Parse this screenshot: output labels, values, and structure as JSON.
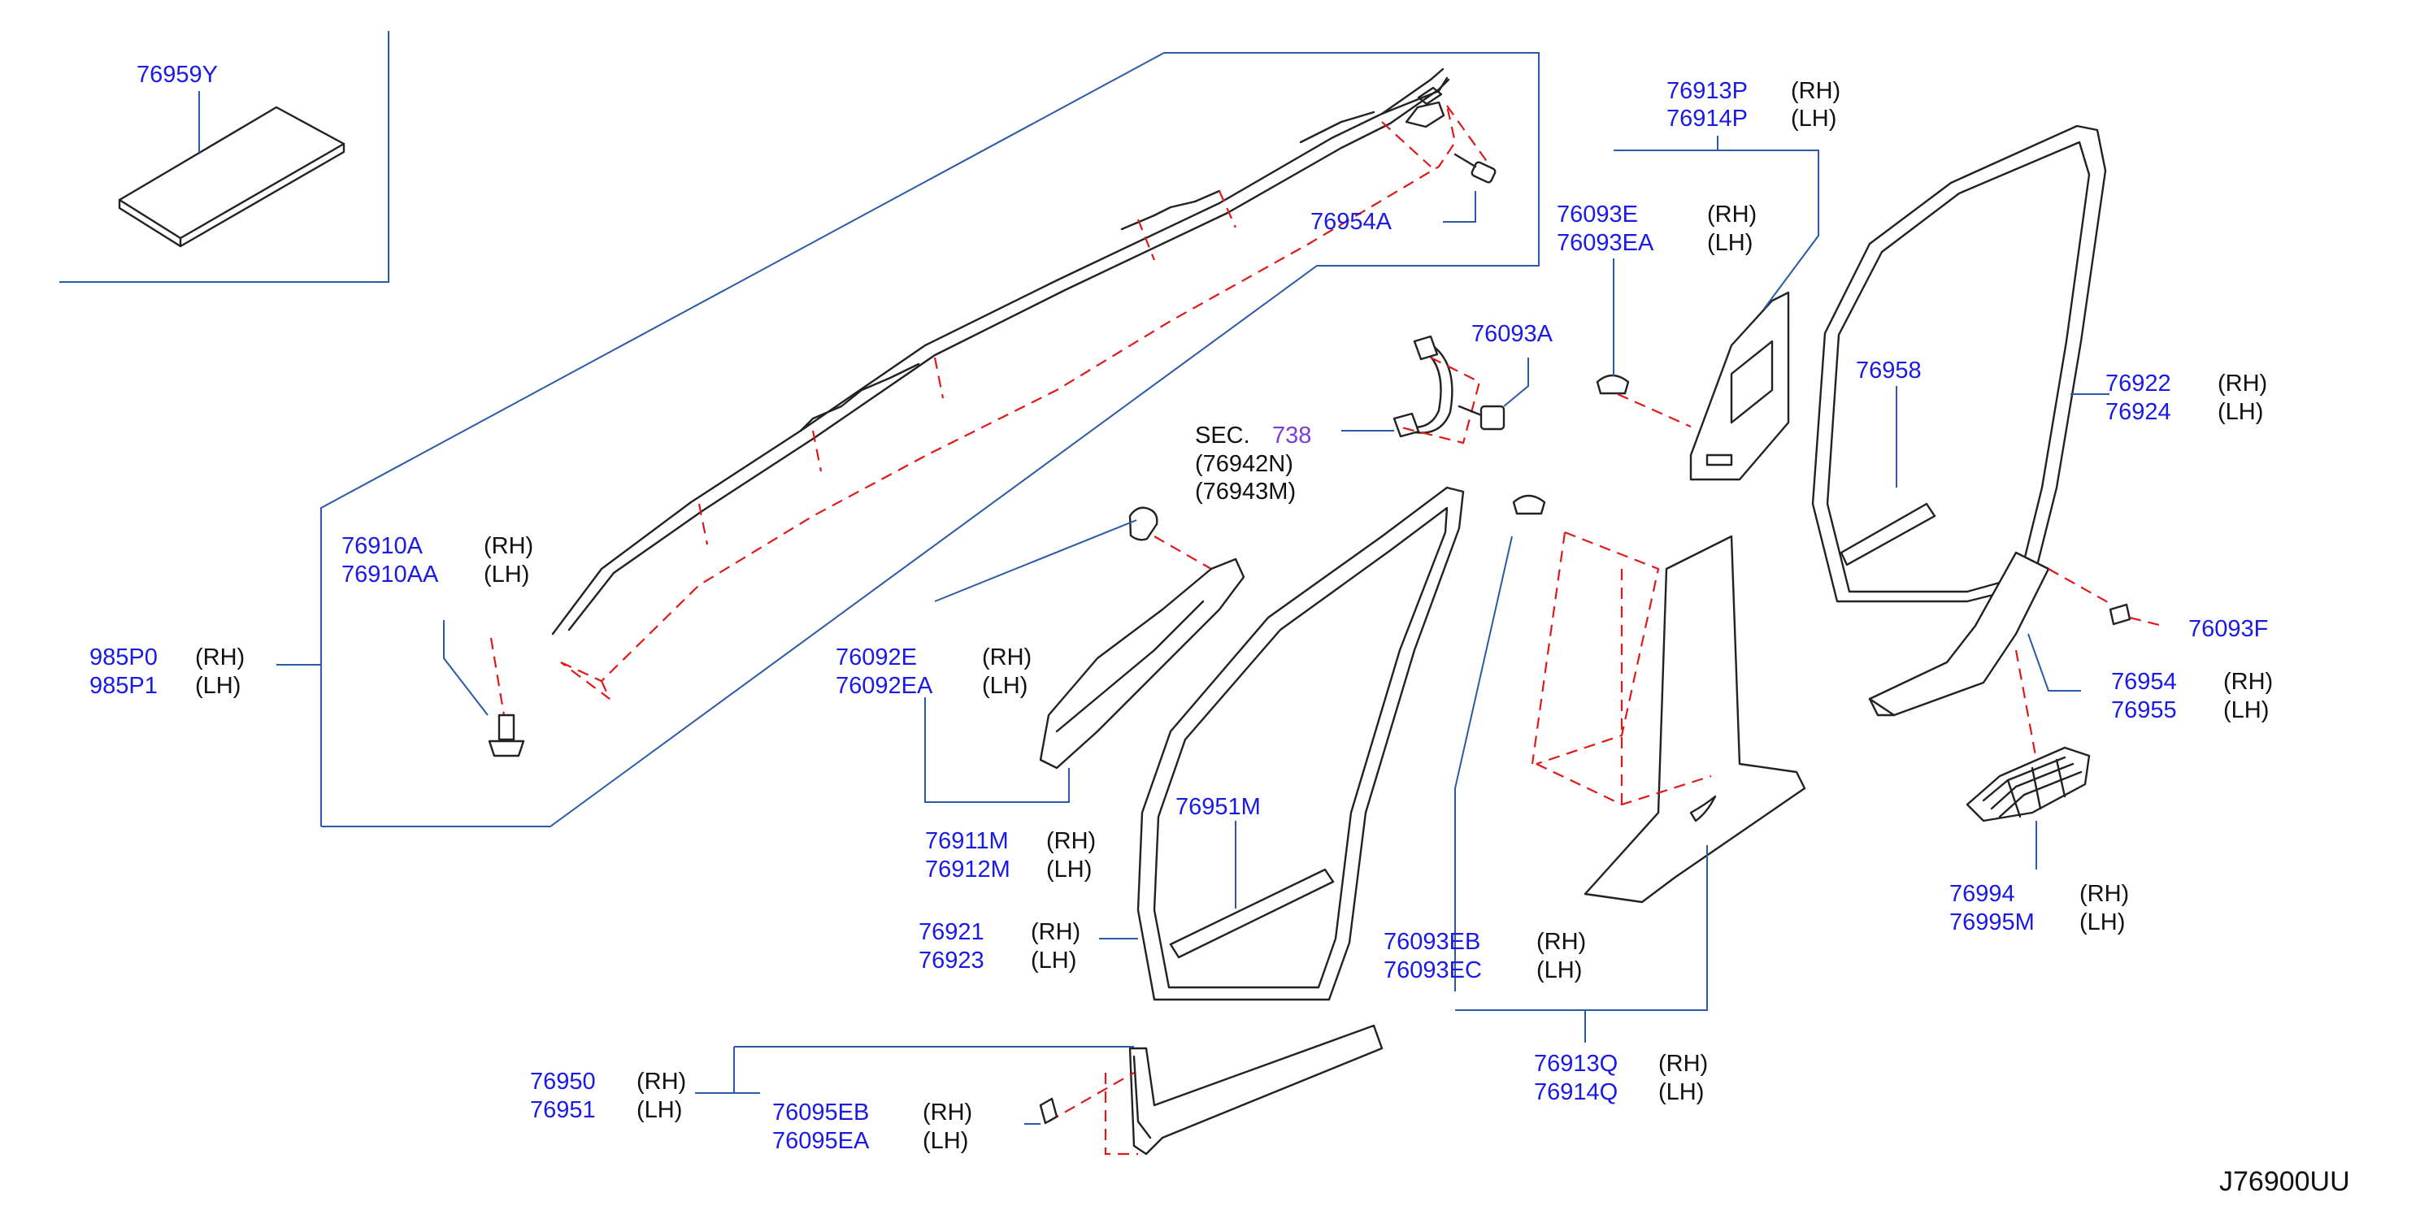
{
  "diagram_code": "J76900UU",
  "sec_ref": {
    "prefix": "SEC.",
    "number": "738"
  },
  "labels": {
    "p76959Y": {
      "part": "76959Y"
    },
    "p76954A": {
      "part": "76954A"
    },
    "p76910": {
      "part_rh": "76910A",
      "side_rh": "(RH)",
      "part_lh": "76910AA",
      "side_lh": "(LH)"
    },
    "p985": {
      "part_rh": "985P0",
      "side_rh": "(RH)",
      "part_lh": "985P1",
      "side_lh": "(LH)"
    },
    "p76092": {
      "part_rh": "76092E",
      "side_rh": "(RH)",
      "part_lh": "76092EA",
      "side_lh": "(LH)"
    },
    "p76911": {
      "part_rh": "76911M",
      "side_rh": "(RH)",
      "part_lh": "76912M",
      "side_lh": "(LH)"
    },
    "p76921": {
      "part_rh": "76921",
      "side_rh": "(RH)",
      "part_lh": "76923",
      "side_lh": "(LH)"
    },
    "p76951M": {
      "part": "76951M"
    },
    "p76950": {
      "part_rh": "76950",
      "side_rh": "(RH)",
      "part_lh": "76951",
      "side_lh": "(LH)"
    },
    "p76095": {
      "part_rh": "76095EB",
      "side_rh": "(RH)",
      "part_lh": "76095EA",
      "side_lh": "(LH)"
    },
    "p76093A": {
      "part": "76093A"
    },
    "sec_notes": {
      "line1": "(76942N)",
      "line2": "(76943M)"
    },
    "p76913P": {
      "part_rh": "76913P",
      "side_rh": "(RH)",
      "part_lh": "76914P",
      "side_lh": "(LH)"
    },
    "p76093E": {
      "part_rh": "76093E",
      "side_rh": "(RH)",
      "part_lh": "76093EA",
      "side_lh": "(LH)"
    },
    "p76093EB": {
      "part_rh": "76093EB",
      "side_rh": "(RH)",
      "part_lh": "76093EC",
      "side_lh": "(LH)"
    },
    "p76913Q": {
      "part_rh": "76913Q",
      "side_rh": "(RH)",
      "part_lh": "76914Q",
      "side_lh": "(LH)"
    },
    "p76958": {
      "part": "76958"
    },
    "p76922": {
      "part_rh": "76922",
      "side_rh": "(RH)",
      "part_lh": "76924",
      "side_lh": "(LH)"
    },
    "p76093F": {
      "part": "76093F"
    },
    "p76954": {
      "part_rh": "76954",
      "side_rh": "(RH)",
      "part_lh": "76955",
      "side_lh": "(LH)"
    },
    "p76994": {
      "part_rh": "76994",
      "side_rh": "(RH)",
      "part_lh": "76995M",
      "side_lh": "(LH)"
    }
  }
}
